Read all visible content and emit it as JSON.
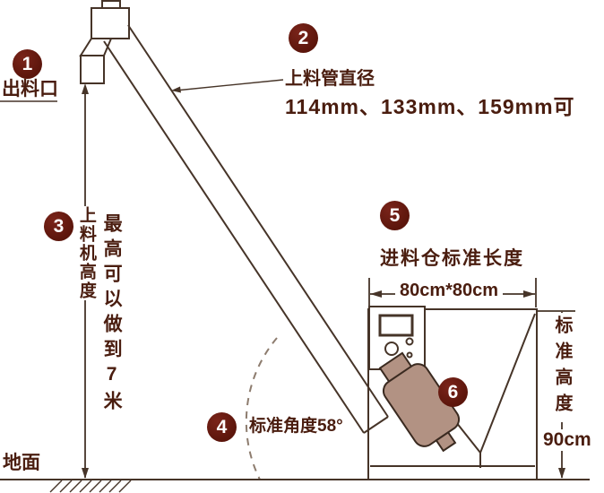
{
  "colors": {
    "badge": "#5b150b",
    "text": "#4a1d0f",
    "line": "#463428",
    "soft": "#8d7c6e",
    "motor": "#b29283",
    "bg": "#ffffff"
  },
  "badges": {
    "b1": "1",
    "b2": "2",
    "b3": "3",
    "b4": "4",
    "b5": "5",
    "b6": "6"
  },
  "labels": {
    "outlet": "出料口",
    "pipe_title": "上料管直径",
    "pipe_sizes": "114mm、133mm、159mm可",
    "lift_height": "上料机高度",
    "lift_height_max": "最高可以做到7米",
    "angle": "标准角度58°",
    "hopper_len_title": "进料仓标准长度",
    "hopper_len_value": "80cm*80cm",
    "std_height_label": "标准高度",
    "std_height_value": "90cm",
    "ground": "地面"
  }
}
